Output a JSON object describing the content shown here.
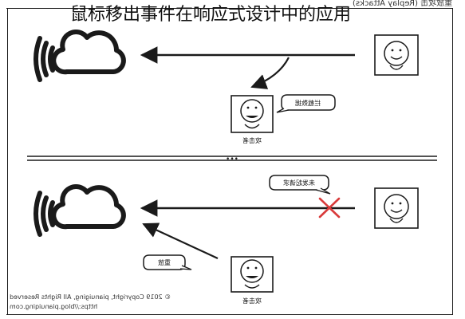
{
  "title": "鼠标移出事件在响应式设计中的应用",
  "header_caption_mirrored": "重放攻击 (Replay Attacks)",
  "top_panel": {
    "bubble_label": "拦截数据",
    "attacker_label": "攻击者"
  },
  "bottom_panel": {
    "bubble_label": "未发起请求",
    "resend_label": "重放",
    "attacker_label": "攻击者"
  },
  "footer_mirrored": {
    "line1": "© 2019 Copyright, pianuiging, All Rights Reserved",
    "line2": "https://blog.pianuiqing.com"
  },
  "divider_dots": "•••",
  "colors": {
    "stroke": "#1a1a1a",
    "reject_mark": "#d93a3a",
    "background": "#ffffff"
  }
}
